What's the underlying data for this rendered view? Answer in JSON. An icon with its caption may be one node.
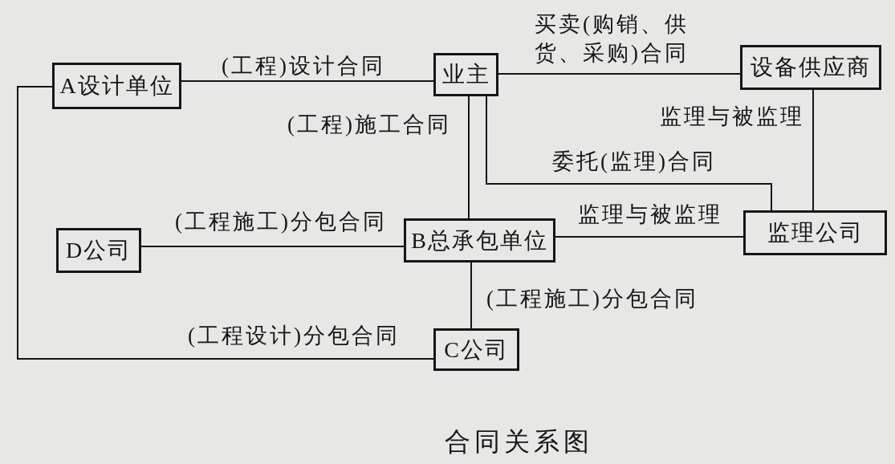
{
  "diagram": {
    "caption": "合同关系图",
    "nodes": [
      {
        "text": [
          "A设计单位"
        ]
      },
      {
        "text": [
          "业主"
        ]
      },
      {
        "text": [
          "设备供应商"
        ]
      },
      {
        "text": [
          "D公司"
        ]
      },
      {
        "text": [
          "B总承包单位"
        ]
      },
      {
        "text": [
          "监理公司"
        ]
      },
      {
        "text": [
          "C公司"
        ]
      }
    ],
    "edges": [
      {
        "from": 0,
        "to": 1,
        "arrow": "none",
        "label": "(工程)设计合同"
      },
      {
        "from": 1,
        "to": 2,
        "arrow": "none",
        "label": "买卖(购销、供货、采购)合同"
      },
      {
        "from": 1,
        "to": 4,
        "arrow": "none",
        "label": "(工程)施工合同"
      },
      {
        "from": 1,
        "to": 5,
        "arrow": "none",
        "label": "委托(监理)合同"
      },
      {
        "from": 2,
        "to": 5,
        "arrow": "none",
        "label": "监理与被监理"
      },
      {
        "from": 4,
        "to": 5,
        "arrow": "none",
        "label": "监理与被监理"
      },
      {
        "from": 3,
        "to": 4,
        "arrow": "none",
        "label": "(工程施工)分包合同"
      },
      {
        "from": 4,
        "to": 6,
        "arrow": "none",
        "label": "(工程施工)分包合同"
      },
      {
        "from": 0,
        "to": 6,
        "arrow": "none",
        "label": "(工程设计)分包合同"
      }
    ]
  }
}
